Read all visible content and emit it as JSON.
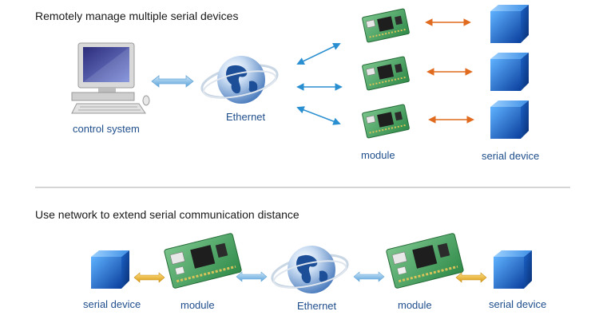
{
  "section1": {
    "title": "Remotely manage multiple serial devices",
    "labels": {
      "control_system": "control system",
      "ethernet": "Ethernet",
      "module": "module",
      "serial_device": "serial device"
    }
  },
  "section2": {
    "title": "Use network to extend serial communication distance",
    "labels": {
      "serial_device_left": "serial device",
      "module_left": "module",
      "ethernet": "Ethernet",
      "module_right": "module",
      "serial_device_right": "serial device"
    }
  },
  "colors": {
    "label_blue": "#1f4e8c",
    "network_arrow": "#2a8fd0",
    "serial_arrow": "#e06a1e",
    "serial_arrow_gold": "#e0a21e",
    "double_arrow": "#8ec2e8",
    "divider": "#d6d6d6"
  },
  "icons": [
    "computer-icon",
    "globe-icon",
    "module-board-icon",
    "serial-device-cube-icon"
  ]
}
